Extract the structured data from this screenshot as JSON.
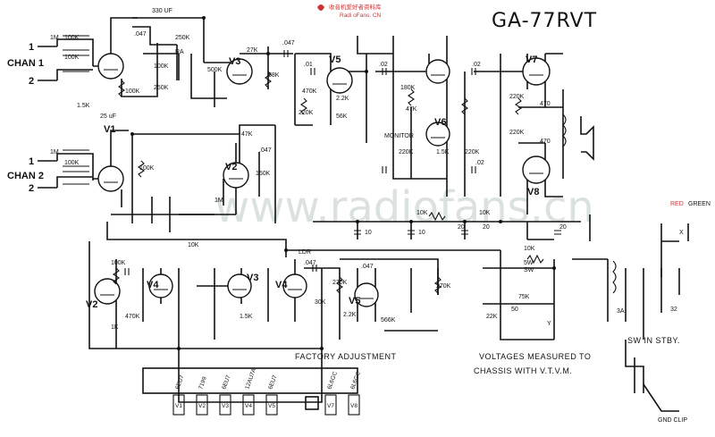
{
  "header": {
    "title": "GA-77RVT",
    "logo_line1": "收音机爱好者资料库",
    "logo_line2": "Radi oFans. CN"
  },
  "watermark": "www.radiofans.cn",
  "inputs": {
    "chan1": "CHAN 1",
    "chan2": "CHAN 2",
    "jack_1": "1",
    "jack_2": "2"
  },
  "tubes": {
    "v1": "V1",
    "v2_top": "V2",
    "v3_top": "V3",
    "v5_top": "V5",
    "v6": "V6",
    "v7": "V7",
    "v8": "V8",
    "v2_bot": "V2",
    "v3_bot": "V3",
    "v4_a": "V4",
    "v4_b": "V4",
    "v5_bot": "V5"
  },
  "components": {
    "r1": "100K",
    "r2": "100K",
    "r3": "1M",
    "r4": "1.5K",
    "r5": "25 uF",
    "r6": "1M",
    "r7": "100K",
    "r8": "100K",
    "c1": ".047",
    "c2": "330 UF",
    "r9": "250K",
    "r10": "RA",
    "r11": "250K",
    "r12": "100K",
    "r13": "500K",
    "r14": "27K",
    "c3": ".047",
    "r15": "68K",
    "c4": ".01",
    "r16": "470K",
    "r17": "220K",
    "r18": "2.2K",
    "r19": "56K",
    "c5": ".02",
    "r20": "180K",
    "r21": "47K",
    "r22": "1.5K",
    "r23": "220K",
    "c6": ".02",
    "r24": "220K",
    "r25": "470",
    "r26": "470",
    "r27": "220K",
    "c7": ".02",
    "r28": "47K",
    "c8": ".047",
    "r29": "150K",
    "r30": "220K",
    "r31": "100K",
    "r32": "1M",
    "r33": "10K",
    "r34": "10K",
    "r35": "10K",
    "r36": "100K",
    "r37": "470K",
    "r38": "1K",
    "r39": "1.5K",
    "r40": "270K",
    "r41": "30K",
    "r42": "270K",
    "r43": "2.2K",
    "r44": "566K",
    "r45": "75K",
    "r46": "22K",
    "r47": "10K",
    "r48": "5W",
    "c9": "10",
    "c10": "10",
    "c11": "20",
    "c12": "20",
    "c13": "20",
    "c14": "50",
    "c15": ".047",
    "c16": ".047",
    "ldr": "LDR",
    "monitor": "MONITOR",
    "sw": "SW",
    "x": "X",
    "y": "Y",
    "fuse": "3A",
    "aux": "32"
  },
  "power": {
    "red": "RED",
    "green": "GREEN",
    "sw_stby": "SW IN STBY.",
    "gnd": "GND CLIP"
  },
  "notes": {
    "factory": "FACTORY ADJUSTMENT",
    "voltages_1": "VOLTAGES MEASURED TO",
    "voltages_2": "CHASSIS WITH V.T.V.M."
  },
  "tube_chart": {
    "types": [
      "6EU7",
      "7199",
      "6EU7",
      "12AU7A",
      "6EU7",
      "6L6GC",
      "6L6GC"
    ],
    "ids": [
      "V1",
      "V2",
      "V3",
      "V4",
      "V5",
      "V7",
      "V8"
    ]
  }
}
